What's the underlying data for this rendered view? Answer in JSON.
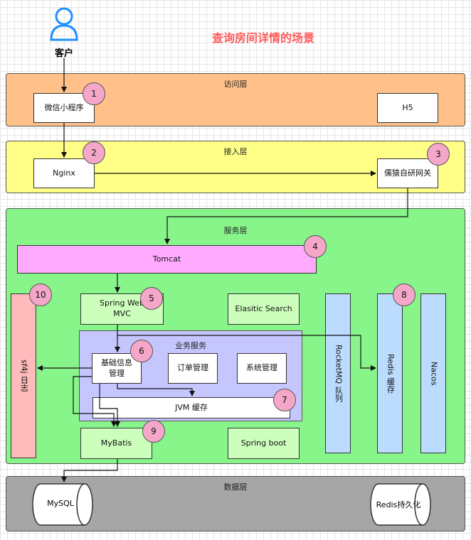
{
  "title": "查询房间详情的场景",
  "client": {
    "label": "客户"
  },
  "layers": {
    "access": "访问层",
    "gateway": "接入层",
    "service": "服务层",
    "business": "业务服务",
    "data": "数据层"
  },
  "nodes": {
    "wechat": "微信小程序",
    "h5": "H5",
    "nginx": "Nginx",
    "gateway": "儒猿自研网关",
    "tomcat": "Tomcat",
    "spring_web_mvc": "Spring Web MVC",
    "elasticsearch": "Elasitic Search",
    "basic_info": "基础信息管理",
    "order_mgmt": "订单管理",
    "system_mgmt": "系统管理",
    "jvm_cache": "JVM 缓存",
    "mybatis": "MyBatis",
    "spring_boot": "Spring boot",
    "slf4j": "sf4j 日志",
    "rocketmq": "RocketMQ 队列",
    "redis_cache": "Redis 缓存",
    "nacos": "Nacos",
    "mysql": "MySQL",
    "redis_persist": "Redis持久化"
  },
  "badges": [
    "1",
    "2",
    "3",
    "4",
    "5",
    "6",
    "7",
    "8",
    "9",
    "10"
  ],
  "colors": {
    "title": "#ff5a5a",
    "access_layer": "#ffc08a",
    "gateway_layer": "#ffff88",
    "service_layer": "#88f58a",
    "data_layer": "#a6a6a6",
    "tomcat": "#ffaaff",
    "business": "#c6c6ff",
    "component": "#ccffbb",
    "slf4j": "#ffbbbb",
    "queue": "#bbdcff",
    "badge": "#f4a7c9",
    "user_icon": "#1e90ff"
  }
}
